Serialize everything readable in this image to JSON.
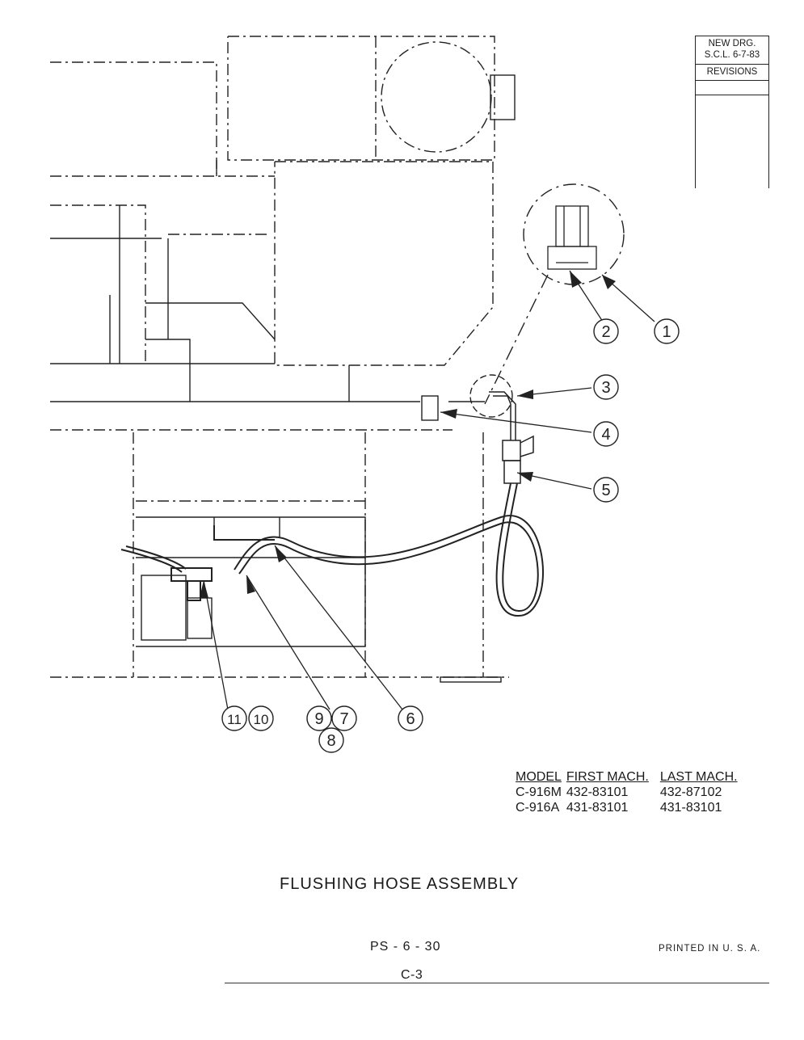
{
  "revisions": {
    "line1": "NEW DRG.",
    "line2": "S.C.L. 6-7-83",
    "label": "REVISIONS"
  },
  "callouts": [
    "1",
    "2",
    "3",
    "4",
    "5",
    "6",
    "7",
    "8",
    "9",
    "10",
    "11"
  ],
  "table": {
    "headers": [
      "MODEL",
      "FIRST MACH.",
      "LAST MACH."
    ],
    "rows": [
      [
        "C-916M",
        "432-83101",
        "432-87102"
      ],
      [
        "C-916A",
        "431-83101",
        "431-83101"
      ]
    ]
  },
  "title": "FLUSHING HOSE ASSEMBLY",
  "page_number": "PS - 6 - 30",
  "printed": "PRINTED IN U. S. A.",
  "sheet": "C-3"
}
